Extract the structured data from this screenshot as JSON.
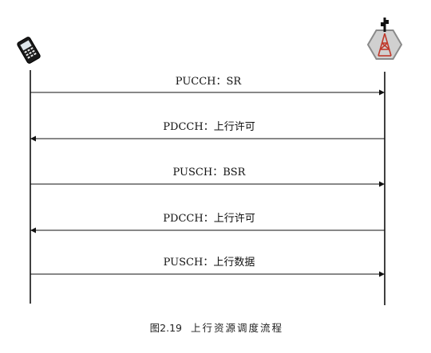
{
  "participants": {
    "left": {
      "name": "phone-icon"
    },
    "right": {
      "name": "base-station-tower-icon"
    }
  },
  "messages": [
    {
      "label": "PUCCH：SR",
      "direction": "to-right"
    },
    {
      "label": "PDCCH：上行许可",
      "direction": "to-left"
    },
    {
      "label": "PUSCH：BSR",
      "direction": "to-right"
    },
    {
      "label": "PDCCH：上行许可",
      "direction": "to-left"
    },
    {
      "label": "PUSCH：上行数据",
      "direction": "to-right"
    }
  ],
  "caption": {
    "figure_number": "图2.19",
    "title": "上行资源调度流程"
  },
  "colors": {
    "line": "#111111",
    "station_fill": "#d0d0d0",
    "station_outline": "#8a8a8a",
    "tower": "#c0392b"
  }
}
